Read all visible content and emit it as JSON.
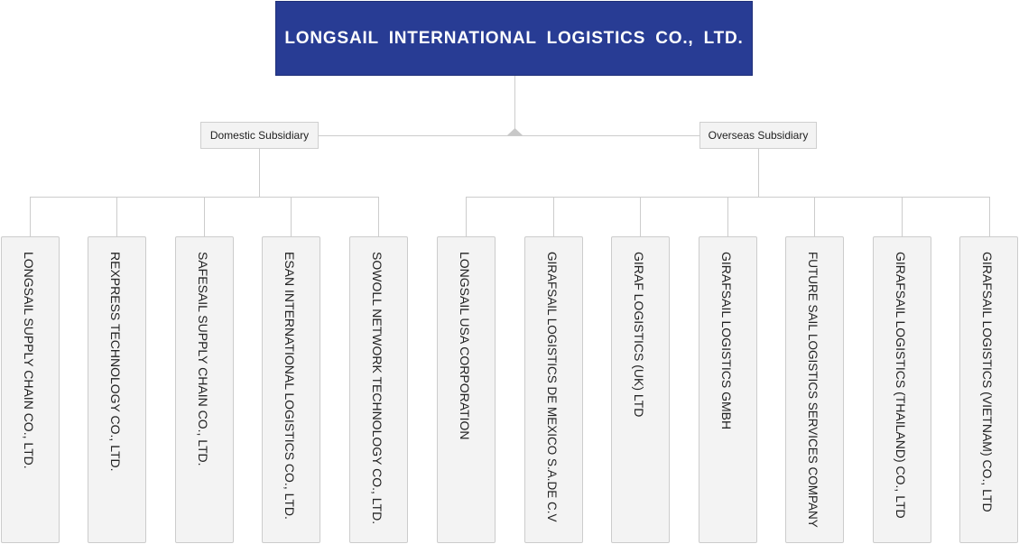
{
  "root": {
    "label": "LONGSAIL INTERNATIONAL LOGISTICS CO., LTD."
  },
  "colors": {
    "root_fill": "#283c94",
    "root_text": "#ffffff",
    "box_fill": "#f3f3f3",
    "box_border": "#cccccc",
    "connector": "#cccccc"
  },
  "branches": [
    {
      "label": "Domestic Subsidiary",
      "children": [
        "LONGSAIL SUPPLY CHAIN CO., LTD.",
        "REXPRESS TECHNOLOGY CO., LTD.",
        "SAFESAIL SUPPLY CHAIN CO., LTD.",
        "ESAN INTERNATIONAL LOGISTICS CO., LTD.",
        "SOWOLL NETWORK TECHNOLOGY CO., LTD."
      ]
    },
    {
      "label": "Overseas Subsidiary",
      "children": [
        "LONGSAIL USA CORPORATION",
        "GIRAFSAIL LOGISTICS DE MEXICO S.A.DE C.V",
        "GIRAF LOGISTICS (UK) LTD",
        "GIRAFSAIL LOGISTICS GMBH",
        "FUTURE SAIL LOGISTICS SERVICES COMPANY",
        "GIRAFSAIL LOGISTICS (THAILAND) CO., LTD",
        "GIRAFSAIL LOGISTICS (VIETNAM) CO., LTD"
      ]
    }
  ]
}
